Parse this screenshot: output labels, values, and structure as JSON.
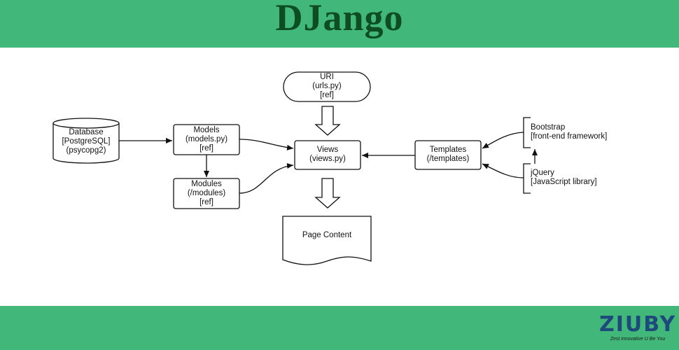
{
  "header": {
    "title": "DJango"
  },
  "diagram": {
    "database": {
      "line1": "Database",
      "line2": "[PostgreSQL]",
      "line3": "(psycopg2)"
    },
    "models": {
      "line1": "Models",
      "line2": "(models.py)",
      "line3": "[ref]"
    },
    "modules": {
      "line1": "Modules",
      "line2": "(/modules)",
      "line3": "[ref]"
    },
    "uri": {
      "line1": "URI",
      "line2": "(urls.py)",
      "line3": "[ref]"
    },
    "views": {
      "line1": "Views",
      "line2": "(views.py)"
    },
    "page_content": {
      "line1": "Page Content"
    },
    "templates": {
      "line1": "Templates",
      "line2": "(/templates)"
    },
    "bootstrap": {
      "line1": "Bootstrap",
      "line2": "[front-end framework]"
    },
    "jquery": {
      "line1": "jQuery",
      "line2": "[JavaScript library]"
    }
  },
  "footer": {
    "logo_word": "ZIUBY",
    "logo_tagline": "Zest innovative U Be You"
  },
  "colors": {
    "band": "#41b87a",
    "title": "#0d4d20",
    "logo": "#1d4a7a"
  }
}
